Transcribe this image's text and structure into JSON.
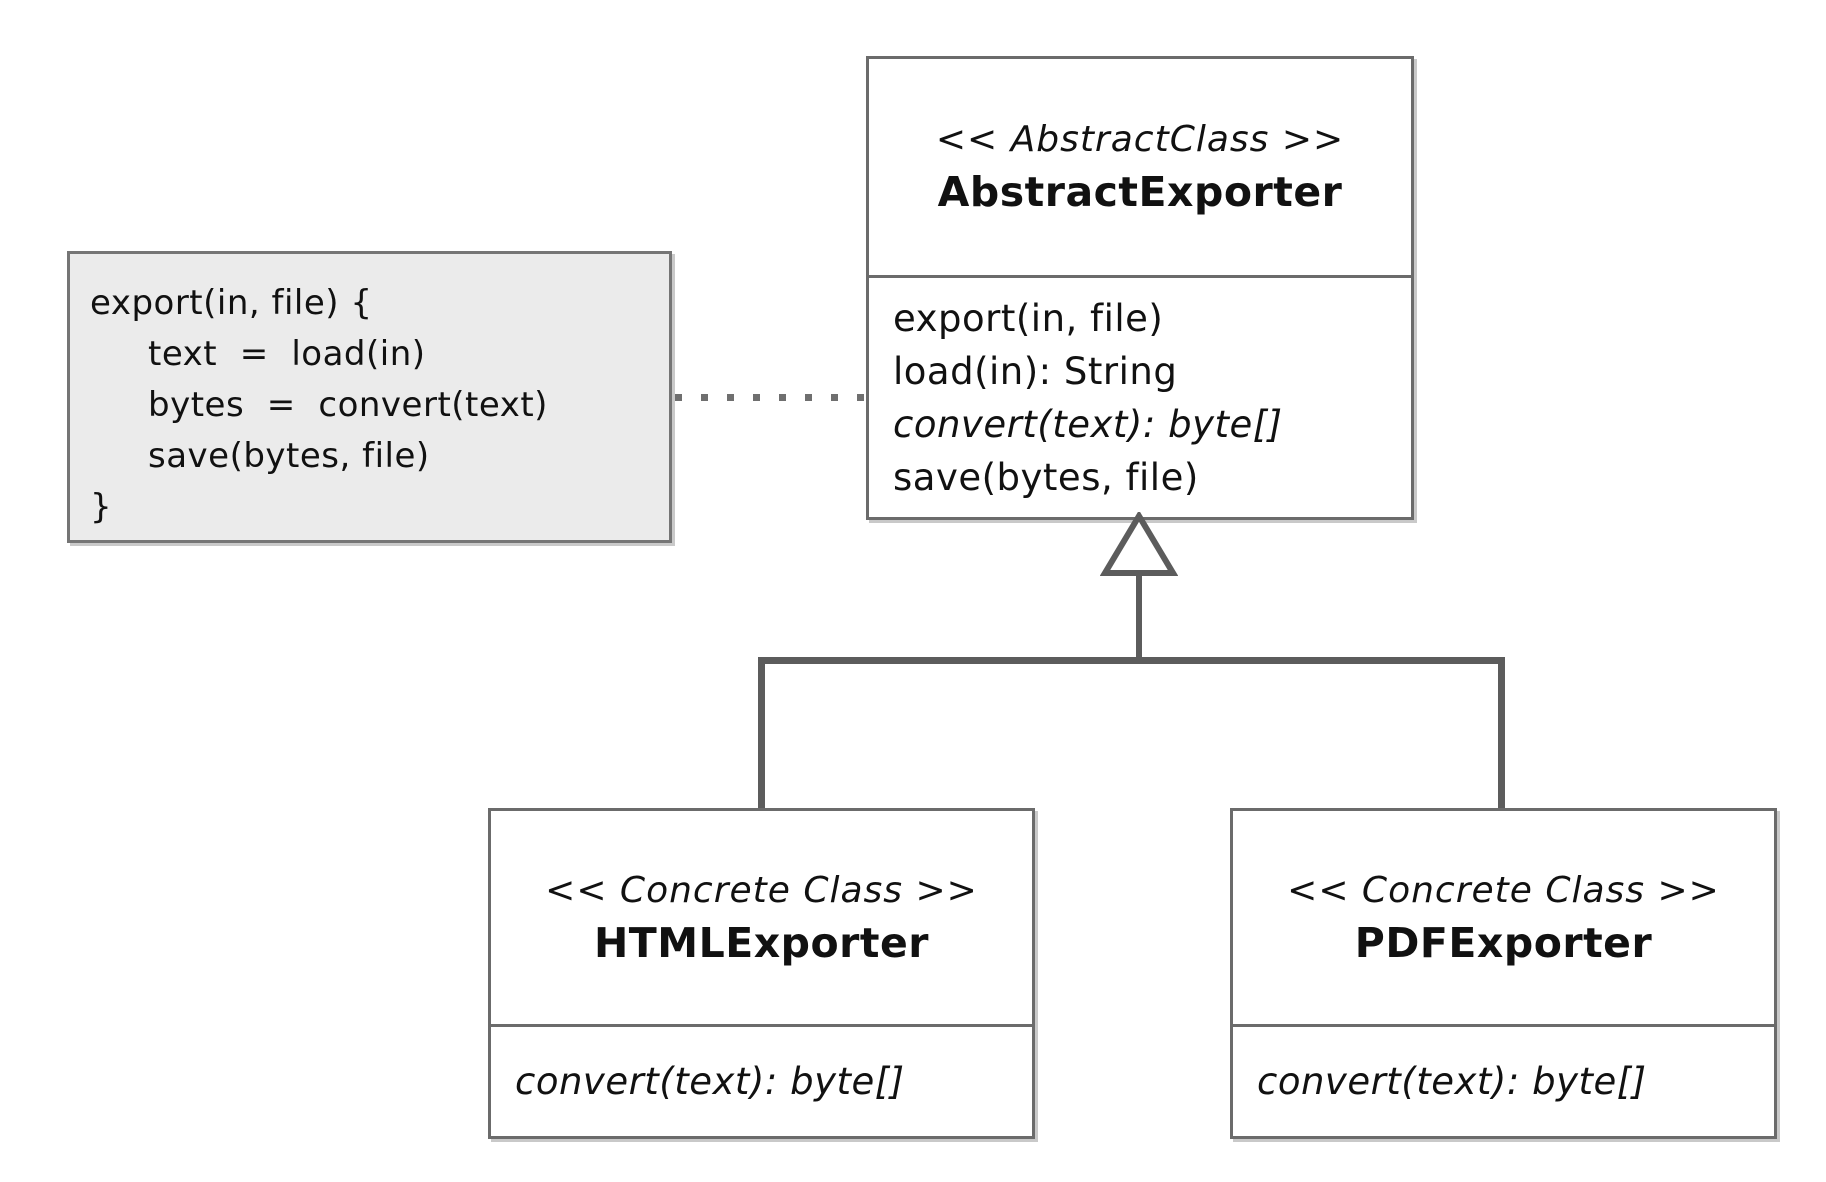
{
  "diagram": {
    "note": {
      "lines": [
        "export(in, file) {",
        "text  =  load(in)",
        "bytes  =  convert(text)",
        "save(bytes, file)",
        "}"
      ]
    },
    "abstract_class": {
      "stereotype": "<< AbstractClass >>",
      "name": "AbstractExporter",
      "methods": [
        {
          "label": "export(in, file)"
        },
        {
          "label": "load(in):  String"
        },
        {
          "label": "convert(text):  byte[]"
        },
        {
          "label": "save(bytes, file)"
        }
      ]
    },
    "subclasses": [
      {
        "stereotype": "<< Concrete Class >>",
        "name": "HTMLExporter",
        "methods": [
          {
            "label": "convert(text):  byte[]"
          }
        ]
      },
      {
        "stereotype": "<< Concrete Class >>",
        "name": "PDFExporter",
        "methods": [
          {
            "label": "convert(text):  byte[]"
          }
        ]
      }
    ],
    "relations": {
      "inheritance": "HTMLExporter and PDFExporter generalize to AbstractExporter",
      "note_attachment": "code note attached to AbstractExporter"
    },
    "colors": {
      "note_fill": "#ebebeb",
      "box_border": "#6b6b6b",
      "connector": "#5c5c5c",
      "text": "#111111"
    }
  }
}
